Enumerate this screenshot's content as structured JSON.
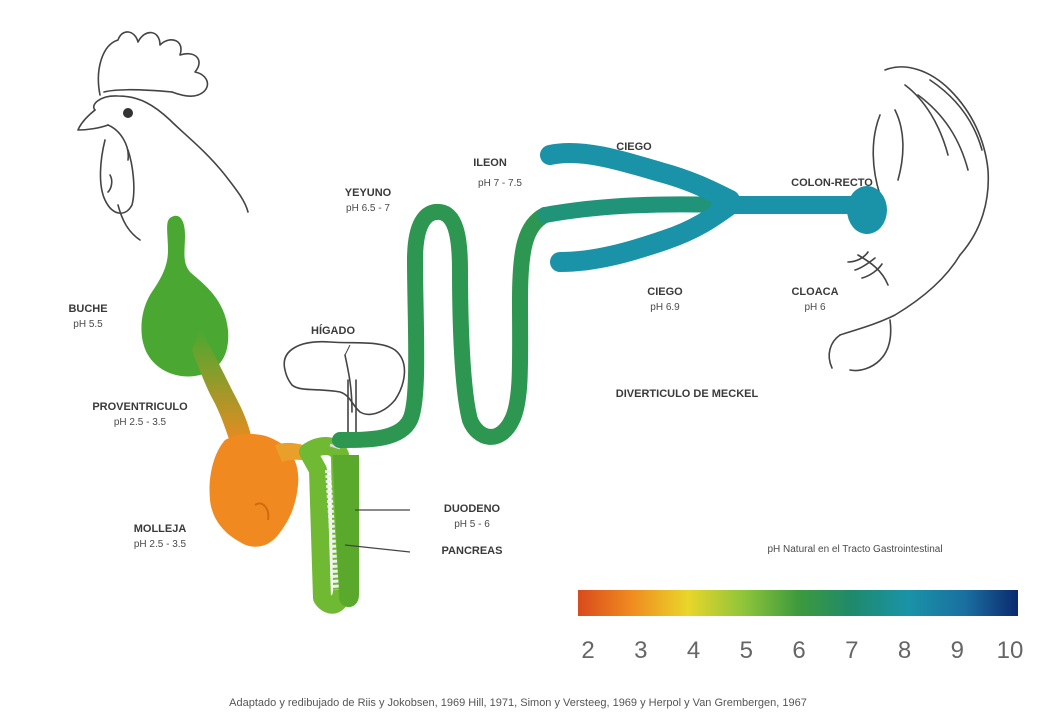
{
  "organs": {
    "buche": {
      "name": "BUCHE",
      "ph": "pH 5.5"
    },
    "proventriculo": {
      "name": "PROVENTRICULO",
      "ph": "pH 2.5 - 3.5"
    },
    "molleja": {
      "name": "MOLLEJA",
      "ph": "pH 2.5 - 3.5"
    },
    "higado": {
      "name": "HÍGADO"
    },
    "duodeno": {
      "name": "DUODENO",
      "ph": "pH 5 - 6"
    },
    "pancreas": {
      "name": "PANCREAS"
    },
    "yeyuno": {
      "name": "YEYUNO",
      "ph": "pH 6.5 - 7"
    },
    "ileon": {
      "name": "ILEON",
      "ph": "pH 7 - 7.5"
    },
    "ciego_top": {
      "name": "CIEGO"
    },
    "ciego_bottom": {
      "name": "CIEGO",
      "ph": "pH 6.9"
    },
    "colon_recto": {
      "name": "COLON-RECTO"
    },
    "cloaca": {
      "name": "CLOACA",
      "ph": "pH 6"
    },
    "meckel": {
      "name": "DIVERTICULO DE MECKEL"
    }
  },
  "legend": {
    "title": "pH Natural en el Tracto Gastrointestinal",
    "ticks": [
      "2",
      "3",
      "4",
      "5",
      "6",
      "7",
      "8",
      "9",
      "10"
    ],
    "colors": [
      "#d94a1c",
      "#f08a20",
      "#e8d62a",
      "#8cc43a",
      "#3e9a3c",
      "#1f8a6a",
      "#1a93a8",
      "#1a6fa0",
      "#0b2a6e"
    ]
  },
  "credit": "Adaptado y redibujado de Riis y Jokobsen, 1969 Hill, 1971, Simon y Versteeg, 1969 y Herpol y Van Grembergen, 1967"
}
